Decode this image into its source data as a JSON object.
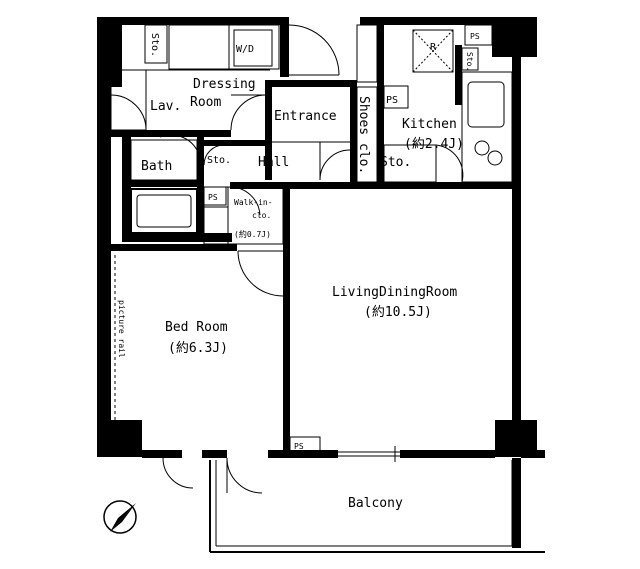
{
  "rooms": {
    "dressing_line1": "Dressing",
    "dressing_line2": "Room",
    "lav": "Lav.",
    "wd": "W/D",
    "sto_top": "Sto.",
    "entrance": "Entrance",
    "shoes_clo": "Shoes clo.",
    "ps_entrance": "PS",
    "kitchen": "Kitchen",
    "kitchen_area": "(約2.4J)",
    "fridge": "R",
    "ps_kitchen": "PS",
    "sto_kitchen_small": "Sto.",
    "sto_kitchen": "Sto.",
    "bath": "Bath",
    "sto_hall": "Sto.",
    "hall": "Hall",
    "ps_bath": "PS",
    "walkin_line1": "Walk-in-",
    "walkin_line2": "clo.",
    "walkin_area": "(約0.7J)",
    "living": "LivingDiningRoom",
    "living_area": "(約10.5J)",
    "bedroom": "Bed Room",
    "bedroom_area": "(約6.3J)",
    "picture_rail": "picture rail",
    "ps_living": "PS",
    "balcony": "Balcony"
  },
  "icons": {
    "compass": "north-arrow-icon"
  }
}
